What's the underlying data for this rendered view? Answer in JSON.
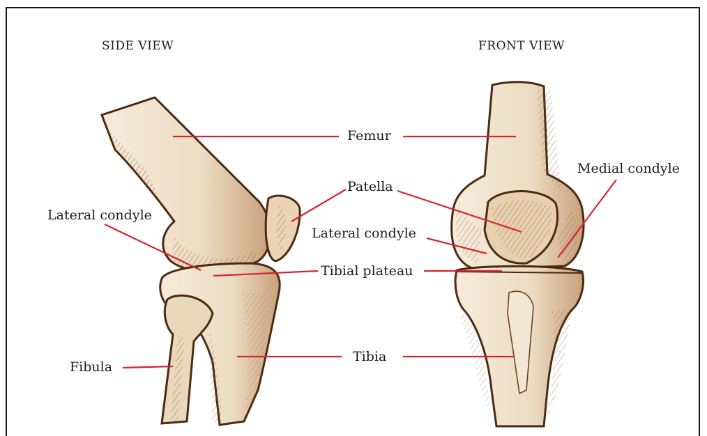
{
  "views": {
    "side": "SIDE VIEW",
    "front": "FRONT VIEW"
  },
  "labels": {
    "femur": "Femur",
    "patella": "Patella",
    "medial_condyle": "Medial condyle",
    "lateral_condyle_side": "Lateral condyle",
    "lateral_condyle_front": "Lateral condyle",
    "tibial_plateau": "Tibial plateau",
    "fibula": "Fibula",
    "tibia": "Tibia"
  },
  "colors": {
    "leader": "#d7232f",
    "bone": "#efe0c9",
    "bone_shade": "#c79a6e",
    "outline": "#4a2a12"
  }
}
